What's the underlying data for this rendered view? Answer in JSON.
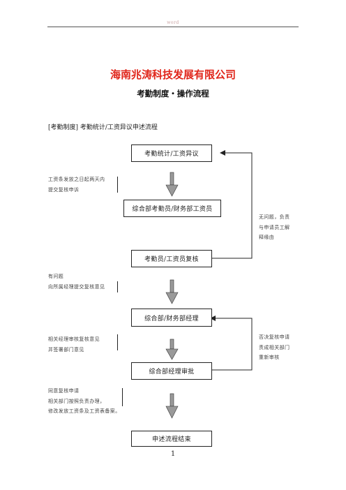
{
  "header": {
    "mark": "word"
  },
  "document": {
    "company": "海南兆涛科技发展有限公司",
    "subtitle": "考勤制度・操作流程",
    "section_title": "[考勤制度] 考勤统计/工资异议申述流程",
    "page_number": "1"
  },
  "flow": {
    "steps": [
      {
        "label": "考勤统计/工资异议"
      },
      {
        "label": "综合部考勤员/财务部工资员"
      },
      {
        "label": "考勤员/工资员复核"
      },
      {
        "label": "综合部/财务部经理"
      },
      {
        "label": "综合部经理审批"
      },
      {
        "label": "申述流程结束"
      }
    ],
    "left_notes": [
      {
        "text": "工资条发放之日起两天内\n提交复核申诉"
      },
      {
        "text": "有问题\n向所属经理提交复核意见"
      },
      {
        "text": "相关经理审核复核意见\n并签署部门意见"
      },
      {
        "text": "同意复核申请\n相关部门按照负责办理，\n修改发放工资条及工资表备案。"
      }
    ],
    "right_notes": [
      {
        "text": "无问题，负责\n与申请员工解\n释缘由"
      },
      {
        "text": "否决复核申请\n责成相关部门\n重新审核"
      }
    ]
  }
}
